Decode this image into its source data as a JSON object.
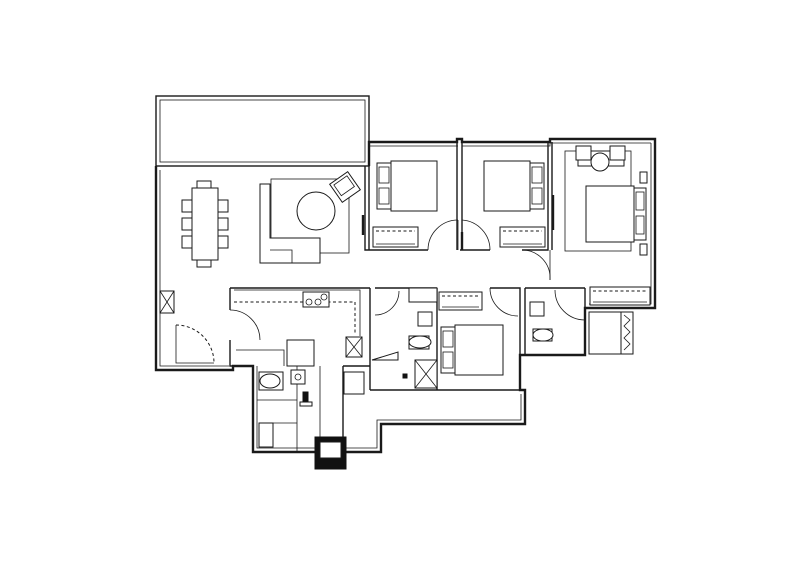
{
  "plan": {
    "style": "line-drawing",
    "colors": {
      "line": "#1a1a1a",
      "background": "#ffffff",
      "fill_dark": "#111111"
    },
    "rooms": [
      "balcony",
      "dining",
      "living",
      "kitchen",
      "bedroom-1",
      "bedroom-2",
      "master-bedroom",
      "bedroom-4",
      "bathroom-1",
      "bathroom-2",
      "master-bath",
      "utility",
      "yard"
    ]
  }
}
